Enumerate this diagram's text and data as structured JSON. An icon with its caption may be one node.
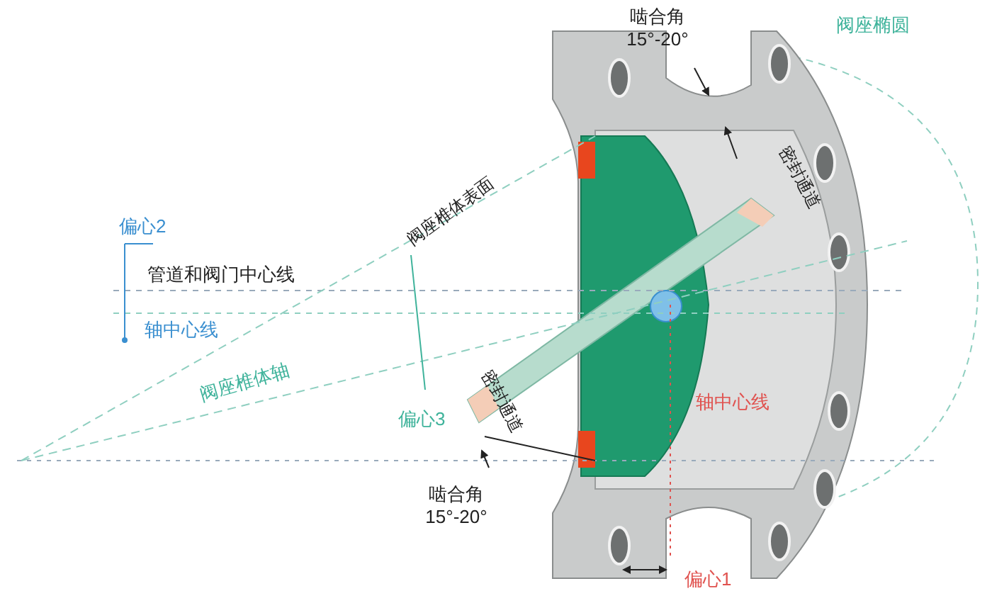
{
  "diagram": {
    "labels": [
      "啮合角 15°-20°",
      "阀座椭圆",
      "密封通道",
      "阀座椎体表面",
      "偏心2",
      "管道和阀门中心线",
      "轴中心线",
      "阀座椎体轴",
      "偏心3",
      "密封通道",
      "轴中心线",
      "啮合角 15°-20°",
      "偏心1"
    ]
  }
}
